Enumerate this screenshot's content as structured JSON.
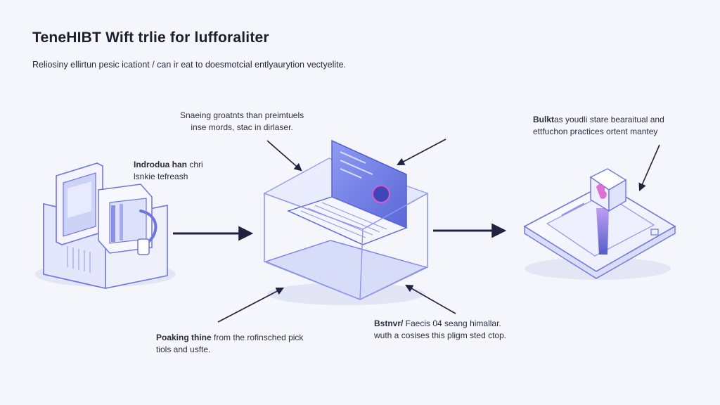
{
  "header": {
    "title": "TeneHIBT Wift trlie for lufforaliter",
    "subtitle": "Reliosiny ellirtun pesic icationt / can ir eat to doesmotcial entlyaurytion vectyelite."
  },
  "callouts": {
    "top_center": {
      "line1": "Snaeing groatnts than preimtuels",
      "line2": "inse mords, stac in dirlaser."
    },
    "left": {
      "line1_lead": "Indrodua han",
      "line1_rest": " chri",
      "line2": "lsnkie tefreash"
    },
    "top_right": {
      "line1_lead": "Bulkt",
      "line1_rest": "as youdli stare bearaitual and",
      "line2": "ettfuchon practices ortent mantey"
    },
    "bottom_left": {
      "line1_lead": "Poaking thine",
      "line1_rest": " from the rofinsched pick",
      "line2": "tiols and usfte."
    },
    "bottom_center": {
      "line1_lead": "Bstnvr/",
      "line1_rest": " Faecis 04 seang himallar.",
      "line2": "wuth a cosises this pligm sted ctop."
    }
  },
  "icons": {
    "stage1": "machine-station-icon",
    "stage2": "glass-cube-laptop-icon",
    "stage3": "display-panel-icon"
  },
  "colors": {
    "background": "#f4f6fb",
    "outline": "#6f75e0",
    "accent": "#5b63d8",
    "arrow": "#1f2340",
    "highlight": "#d65ccf"
  }
}
